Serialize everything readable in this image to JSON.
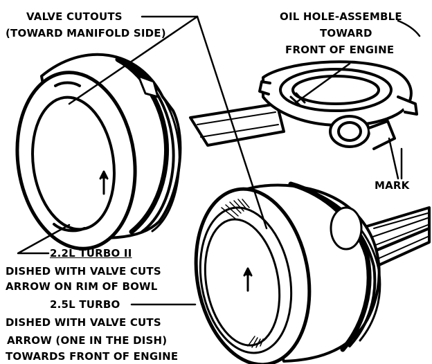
{
  "labels": {
    "valve_cutouts": {
      "line1": "VALVE CUTOUTS",
      "line2": "(TOWARD MANIFOLD SIDE)"
    },
    "oil_hole": {
      "line1": "OIL HOLE-ASSEMBLE",
      "line2": "TOWARD",
      "line3": "FRONT OF ENGINE"
    },
    "mark": "MARK",
    "turbo_22": {
      "title": "2.2L TURBO II",
      "line1": "DISHED WITH VALVE CUTS",
      "line2": "ARROW ON RIM OF BOWL"
    },
    "turbo_25": {
      "title": "2.5L TURBO",
      "line1": "DISHED WITH VALVE CUTS",
      "line2": "ARROW (ONE IN THE DISH)",
      "line3": "TOWARDS FRONT OF ENGINE"
    }
  },
  "colors": {
    "ink": "#000000",
    "paper": "#ffffff"
  }
}
